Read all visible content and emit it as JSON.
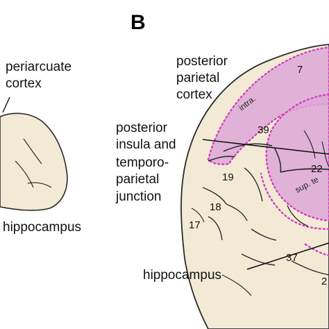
{
  "panel_letter": "B",
  "left_panel": {
    "labels": {
      "periarcuate_1": "periarcuate",
      "periarcuate_2": "cortex",
      "hippocampus": "hippocampus"
    }
  },
  "right_panel": {
    "labels": {
      "ppc_1": "posterior",
      "ppc_2": "parietal",
      "ppc_3": "cortex",
      "ins_1": "posterior",
      "ins_2": "insula and",
      "ins_3": "temporo-",
      "ins_4": "parietal",
      "ins_5": "junction",
      "hippocampus": "hippocampus"
    },
    "areas": {
      "a7": "7",
      "a39": "39",
      "a22": "22",
      "a19": "19",
      "a18": "18",
      "a17": "17",
      "a37": "37",
      "a2x": "2"
    },
    "sulci": {
      "intra": "intra.",
      "sup_te": "sup. te"
    }
  },
  "colors": {
    "highlight_fill": "#dda8d8",
    "highlight_border": "#d33fbf",
    "brain_fill": "#f3ead6",
    "outline": "#2a2a2a"
  }
}
